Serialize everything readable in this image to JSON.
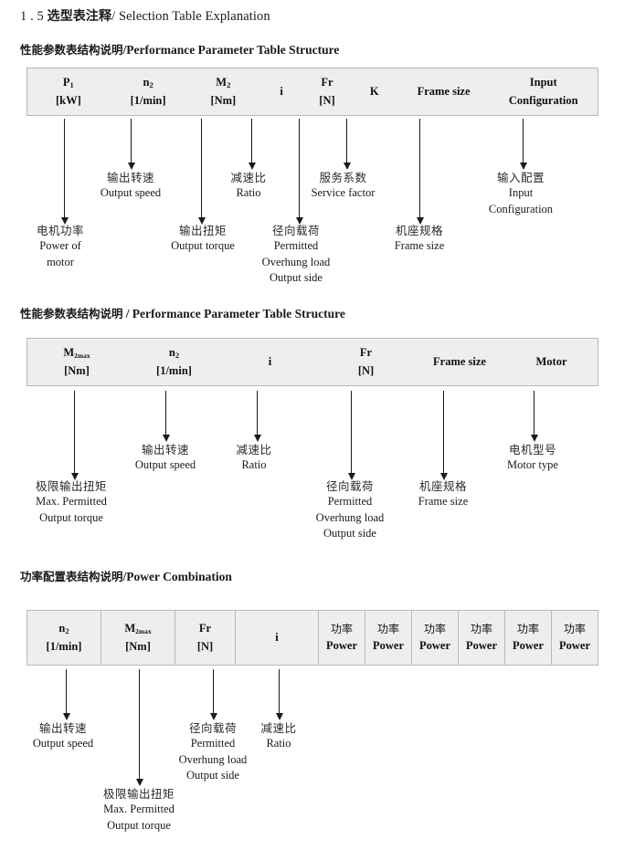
{
  "document": {
    "section_number": "1 . 5",
    "title_cn": "选型表注释",
    "separator": "/",
    "title_en": "Selection Table Explanation"
  },
  "colors": {
    "table_fill": "#eeeeee",
    "table_border": "#b8b8b8",
    "text": "#1a1a1a"
  },
  "sections": [
    {
      "heading_cn": "性能参数表结构说明",
      "heading_sep": "/",
      "heading_en": "Performance Parameter Table Structure",
      "table": {
        "columns": [
          {
            "symbol": "P",
            "subscript": "1",
            "unit": "[kW]"
          },
          {
            "symbol": "n",
            "subscript": "2",
            "unit": "[1/min]"
          },
          {
            "symbol": "M",
            "subscript": "2",
            "unit": "[Nm]"
          },
          {
            "symbol": "i",
            "subscript": "",
            "unit": ""
          },
          {
            "symbol": "Fr",
            "subscript": "",
            "unit": "[N]"
          },
          {
            "symbol": "K",
            "subscript": "",
            "unit": ""
          },
          {
            "symbol": "Frame size",
            "subscript": "",
            "unit": ""
          },
          {
            "symbol": "Input",
            "subscript": "",
            "unit": "Configuration"
          }
        ]
      },
      "annotations": [
        {
          "cn": "电机功率",
          "en": [
            "Power of",
            "motor"
          ]
        },
        {
          "cn": "输出转速",
          "en": [
            "Output speed"
          ]
        },
        {
          "cn": "输出扭矩",
          "en": [
            "Output torque"
          ]
        },
        {
          "cn": "减速比",
          "en": [
            "Ratio"
          ]
        },
        {
          "cn": "径向载荷",
          "en": [
            "Permitted",
            "Overhung load",
            "Output side"
          ]
        },
        {
          "cn": "服务系数",
          "en": [
            "Service factor"
          ]
        },
        {
          "cn": "机座规格",
          "en": [
            "Frame size"
          ]
        },
        {
          "cn": "输入配置",
          "en": [
            "Input",
            "Configuration"
          ]
        }
      ]
    },
    {
      "heading_cn": "性能参数表结构说明",
      "heading_sep": "/",
      "heading_en": "Performance Parameter Table Structure",
      "table": {
        "columns": [
          {
            "symbol": "M",
            "subscript": "2max",
            "unit": "[Nm]"
          },
          {
            "symbol": "n",
            "subscript": "2",
            "unit": "[1/min]"
          },
          {
            "symbol": "i",
            "subscript": "",
            "unit": ""
          },
          {
            "symbol": "Fr",
            "subscript": "",
            "unit": "[N]"
          },
          {
            "symbol": "Frame size",
            "subscript": "",
            "unit": ""
          },
          {
            "symbol": "Motor",
            "subscript": "",
            "unit": ""
          }
        ]
      },
      "annotations": [
        {
          "cn": "极限输出扭矩",
          "en": [
            "Max. Permitted",
            "Output  torque"
          ]
        },
        {
          "cn": "输出转速",
          "en": [
            "Output speed"
          ]
        },
        {
          "cn": "减速比",
          "en": [
            "Ratio"
          ]
        },
        {
          "cn": "径向载荷",
          "en": [
            "Permitted",
            "Overhung load",
            "Output side"
          ]
        },
        {
          "cn": "机座规格",
          "en": [
            "Frame size"
          ]
        },
        {
          "cn": "电机型号",
          "en": [
            "Motor type"
          ]
        }
      ]
    },
    {
      "heading_cn": "功率配置表结构说明",
      "heading_sep": "/",
      "heading_en": "Power Combination",
      "table": {
        "columns": [
          {
            "symbol": "n",
            "subscript": "2",
            "unit": "[1/min]"
          },
          {
            "symbol": "M",
            "subscript": "2max",
            "unit": "[Nm]"
          },
          {
            "symbol": "Fr",
            "subscript": "",
            "unit": "[N]"
          },
          {
            "symbol": "i",
            "subscript": "",
            "unit": ""
          },
          {
            "symbol_cn": "功率",
            "unit": "Power"
          },
          {
            "symbol_cn": "功率",
            "unit": "Power"
          },
          {
            "symbol_cn": "功率",
            "unit": "Power"
          },
          {
            "symbol_cn": "功率",
            "unit": "Power"
          },
          {
            "symbol_cn": "功率",
            "unit": "Power"
          },
          {
            "symbol_cn": "功率",
            "unit": "Power"
          }
        ]
      },
      "annotations": [
        {
          "cn": "输出转速",
          "en": [
            "Output speed"
          ]
        },
        {
          "cn": "极限输出扭矩",
          "en": [
            "Max. Permitted",
            "Output  torque"
          ]
        },
        {
          "cn": "径向载荷",
          "en": [
            "Permitted",
            "Overhung load",
            "Output side"
          ]
        },
        {
          "cn": "减速比",
          "en": [
            "Ratio"
          ]
        }
      ]
    }
  ]
}
